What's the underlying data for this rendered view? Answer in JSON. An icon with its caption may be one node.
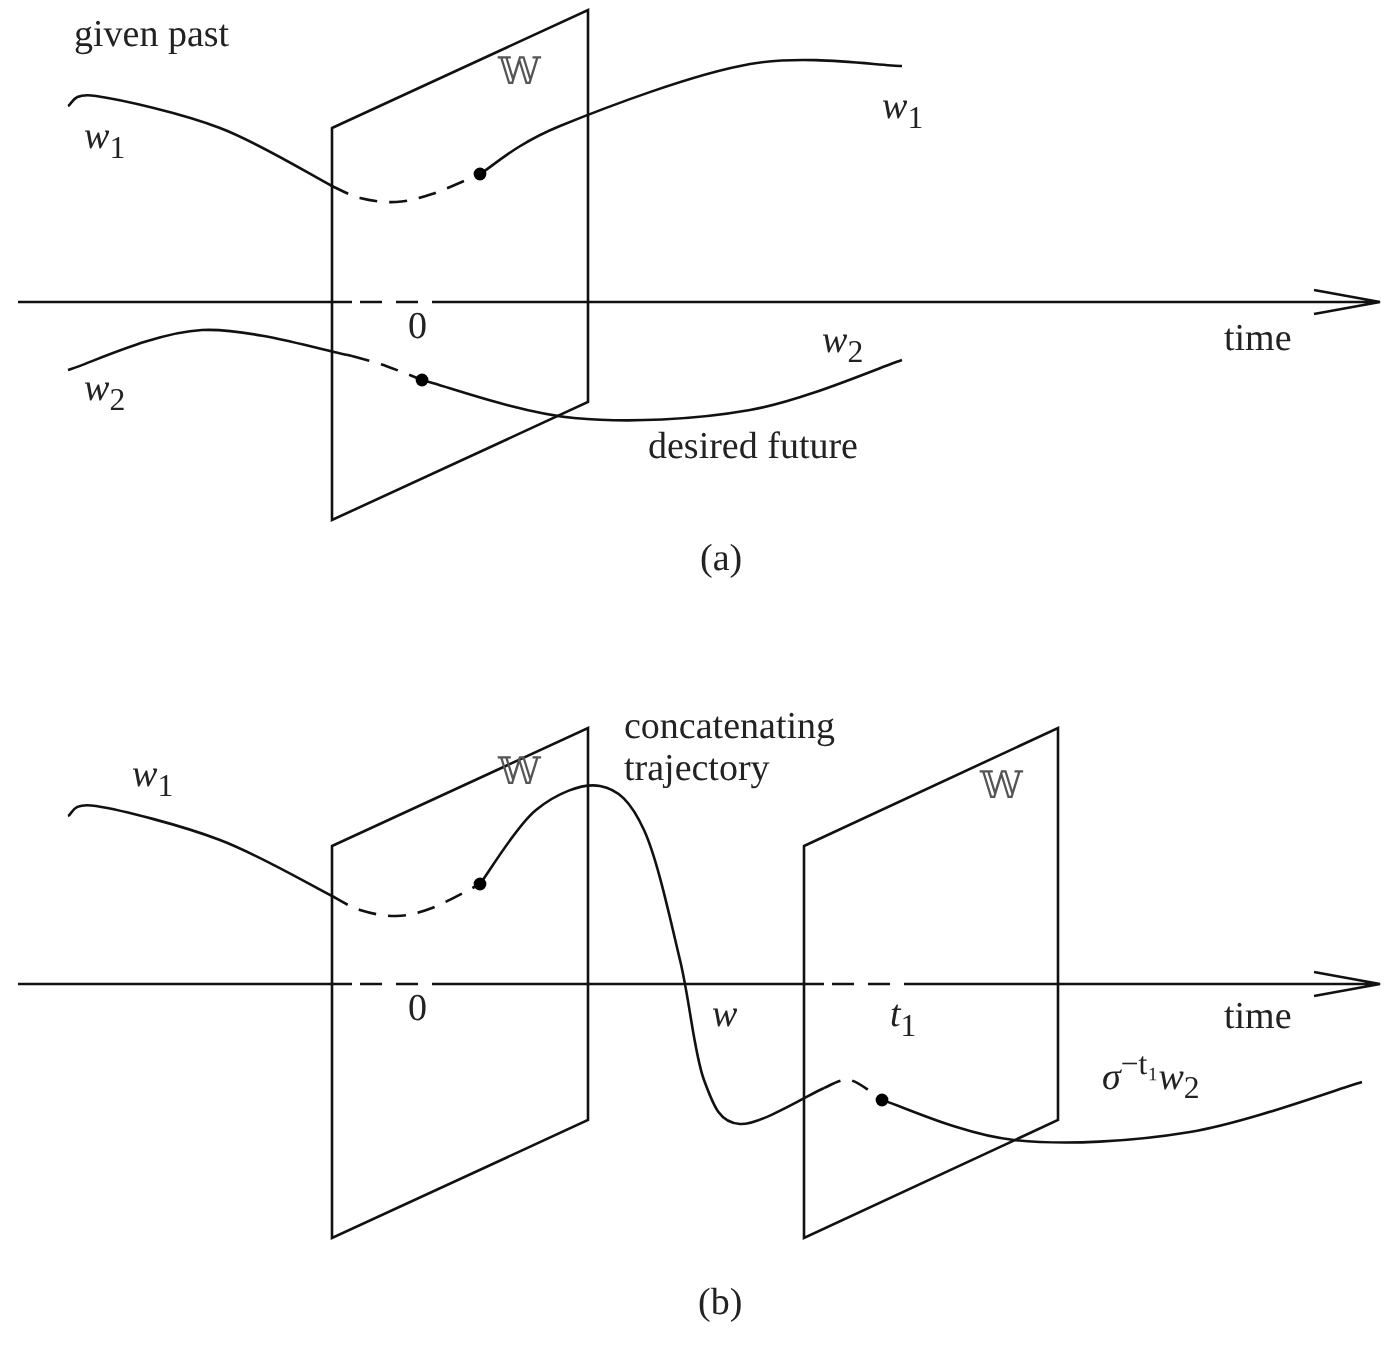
{
  "diagram": {
    "labels": [
      "given past",
      "𝕎",
      "*w*$_{1}$",
      "*w*$_{1}$",
      "0",
      "time",
      "*w*$_{2}$",
      "*w*$_{2}$",
      "desired future",
      "(a)",
      "concatenating trajectory",
      "*w*$_{1}$",
      "𝕎",
      "𝕎",
      "0",
      "*w*",
      "*t*$_{1}$",
      "time",
      "*σ*$^{−t₁}$*w*$_{2}$",
      "(b)"
    ]
  }
}
